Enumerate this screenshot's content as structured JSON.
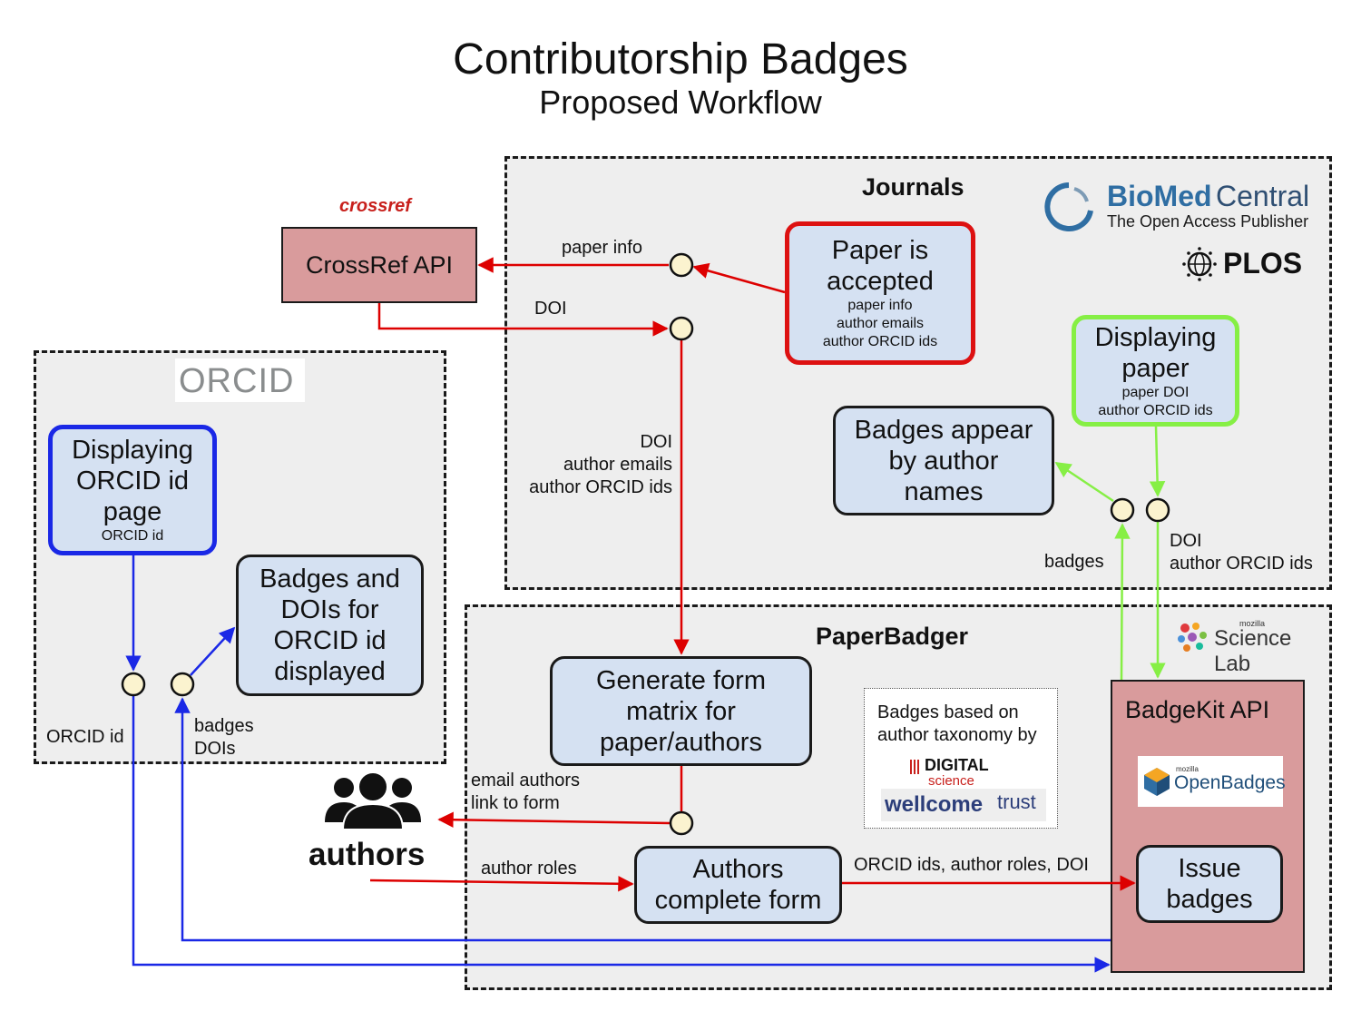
{
  "title": "Contributorship Badges",
  "subtitle": "Proposed Workflow",
  "colors": {
    "red": "#dd0000",
    "blue": "#1a28e6",
    "green": "#86ef45",
    "node_fill": "#d5e1f2",
    "api_fill": "#d99b9c",
    "region_fill": "#eeeeee",
    "dot_fill": "#fbf3cf"
  },
  "regions": {
    "journals": "Journals",
    "paperbadger": "PaperBadger",
    "orcid_logo": "ORCID"
  },
  "logos": {
    "crossref": "crossref",
    "biomed_main": "BioMed",
    "biomed_central": "Central",
    "biomed_sub": "The Open Access Publisher",
    "plos": "PLOS",
    "mozilla_small": "mozilla",
    "science_lab": "Science Lab",
    "openbadges_small": "mozilla",
    "openbadges": "OpenBadges",
    "digital": "DIGITAL",
    "science": "science",
    "wellcome": "wellcome",
    "trust": "trust"
  },
  "nodes": {
    "crossref_api": "CrossRef API",
    "paper_accepted_title": "Paper is\naccepted",
    "paper_accepted_details": "paper info\nauthor emails\nauthor ORCID ids",
    "displaying_paper_title": "Displaying\npaper",
    "displaying_paper_details": "paper DOI\nauthor ORCID ids",
    "badges_appear": "Badges appear\nby author\nnames",
    "displaying_orcid_title": "Displaying\nORCID id\npage",
    "displaying_orcid_details": "ORCID id",
    "badges_dois_orcid": "Badges and\nDOIs for\nORCID id\ndisplayed",
    "generate_form": "Generate form\nmatrix for\npaper/authors",
    "authors_complete": "Authors\ncomplete form",
    "badgekit_api": "BadgeKit API",
    "issue_badges": "Issue\nbadges",
    "taxonomy_note": "Badges based on\nauthor taxonomy by",
    "authors": "authors"
  },
  "edge_labels": {
    "paper_info": "paper info",
    "doi_top": "DOI",
    "doi_emails_ids": "DOI\nauthor emails\nauthor ORCID ids",
    "badges_green": "badges",
    "doi_orcid_ids": "DOI\nauthor ORCID ids",
    "orcid_id": "ORCID id",
    "badges_dois": "badges\nDOIs",
    "email_authors": "email authors\nlink to form",
    "author_roles": "author roles",
    "orcid_roles_doi": "ORCID ids, author roles, DOI"
  }
}
